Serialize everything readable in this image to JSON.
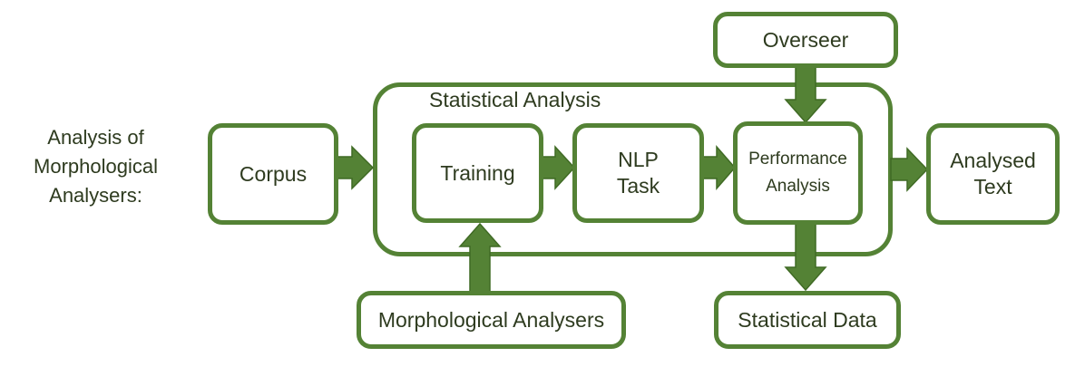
{
  "side_label": [
    "Analysis of",
    "Morphological",
    "Analysers:"
  ],
  "group": {
    "title": "Statistical Analysis"
  },
  "nodes": {
    "corpus": [
      "Corpus"
    ],
    "training": [
      "Training"
    ],
    "nlp_task": [
      "NLP",
      "Task"
    ],
    "performance_analysis": [
      "Performance",
      "Analysis"
    ],
    "analysed_text": [
      "Analysed",
      "Text"
    ],
    "overseer": [
      "Overseer"
    ],
    "morphological_analysers": [
      "Morphological Analysers"
    ],
    "statistical_data": [
      "Statistical Data"
    ]
  },
  "colors": {
    "border": "#548235",
    "arrow": "#548235",
    "text": "#2e3b1f"
  }
}
